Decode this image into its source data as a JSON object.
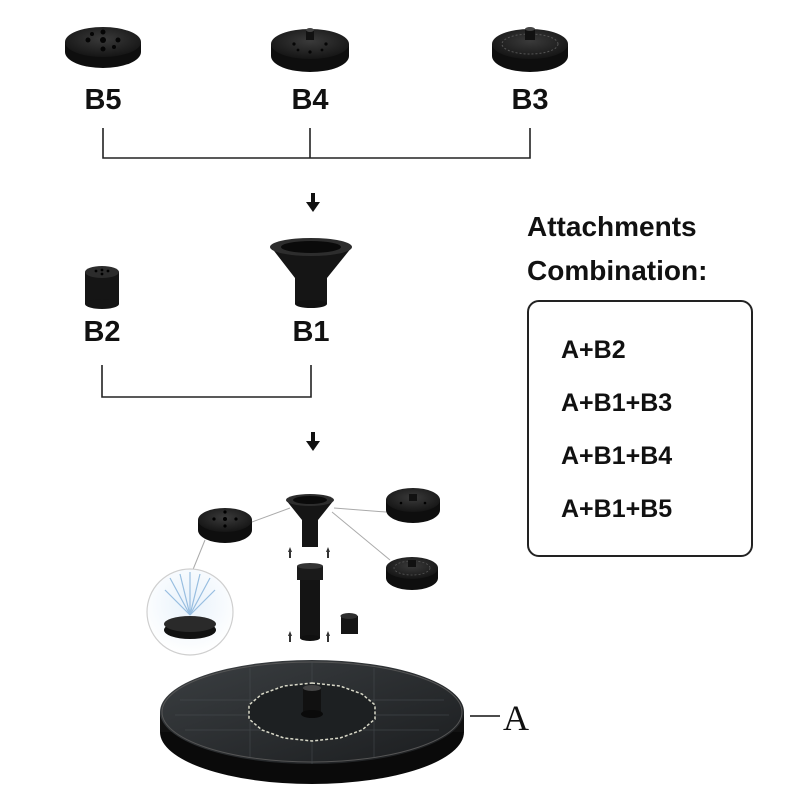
{
  "parts": {
    "b5": "B5",
    "b4": "B4",
    "b3": "B3",
    "b2": "B2",
    "b1": "B1"
  },
  "base_label": "A",
  "attachments": {
    "title_line1": "Attachments",
    "title_line2": "Combination:",
    "combinations": [
      "A+B2",
      "A+B1+B3",
      "A+B1+B4",
      "A+B1+B5"
    ]
  },
  "colors": {
    "part": "#1e1e1e",
    "panel": "#2a2d2f",
    "line": "#222222"
  }
}
